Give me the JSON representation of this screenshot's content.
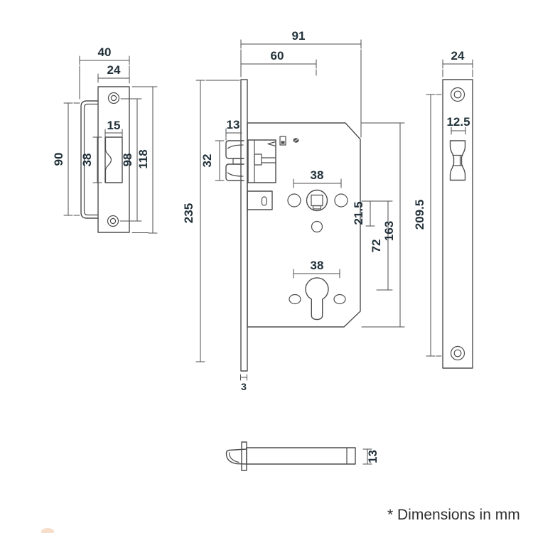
{
  "colors": {
    "line": "#4e4e4e",
    "text": "#22313a",
    "footnote_text": "#2e2e2e",
    "accent_smudge": "#e6a06a"
  },
  "footnote": {
    "text": "* Dimensions in mm"
  },
  "strike_plate": {
    "name": "strike plate front view",
    "dims": {
      "outer_width": "40",
      "plate_width": "24",
      "cutout_width": "15",
      "cutout_height": "38",
      "lip_height": "90",
      "hole_spacing": "98",
      "total_height": "118"
    }
  },
  "lock_body": {
    "name": "mortise lock case front view",
    "dims": {
      "case_depth": "91",
      "backset": "60",
      "latch_projection": "13",
      "latch_height": "32",
      "faceplate_height": "235",
      "faceplate_thickness": "3",
      "handle_holes_span": "38",
      "cylinder_holes_span": "38",
      "follower_offset": "21.5",
      "centre_distance": "72",
      "case_height": "163"
    }
  },
  "faceplate": {
    "name": "faceplate front view",
    "dims": {
      "width": "24",
      "latch_cutout_width": "12.5",
      "hole_spacing": "209.5"
    }
  },
  "latch_side": {
    "name": "latch bolt side view",
    "dims": {
      "thickness": "13"
    }
  }
}
